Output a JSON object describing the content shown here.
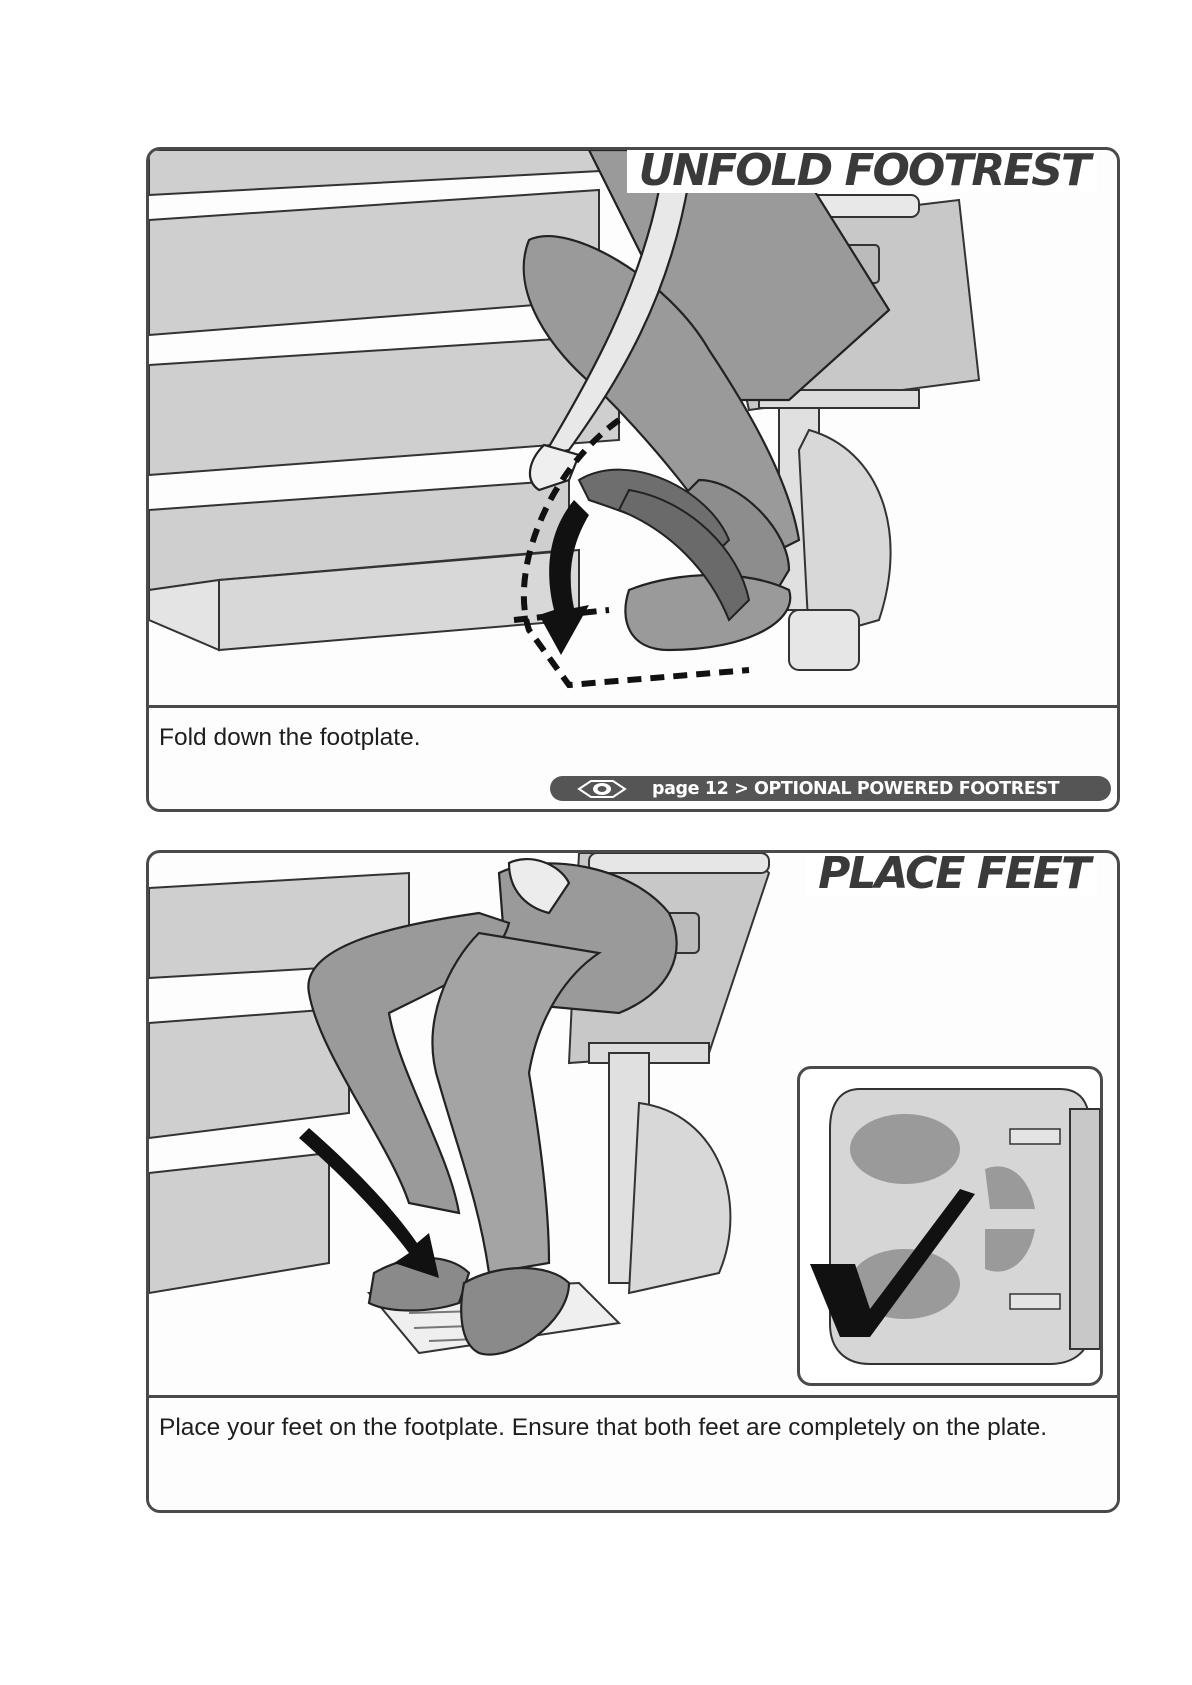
{
  "panels": [
    {
      "heading": "UNFOLD FOOTREST",
      "caption": "Fold down the footplate.",
      "reference": {
        "icon": "eye-icon",
        "text": "page 12 > OPTIONAL POWERED FOOTREST"
      },
      "illustration": "stairlift-unfold-footrest"
    },
    {
      "heading": "PLACE FEET",
      "caption": "Place your feet on the footplate. Ensure that both feet are completely on the plate.",
      "illustration": "stairlift-place-feet",
      "inset": {
        "illustration": "footplate-top-view",
        "icon": "checkmark-icon"
      }
    }
  ],
  "colors": {
    "border": "#4a4a4a",
    "pill_bg": "#555555",
    "trousers": "#9a9a9a",
    "stairs": "#cfcfcf",
    "arrow": "#1a1a1a"
  }
}
